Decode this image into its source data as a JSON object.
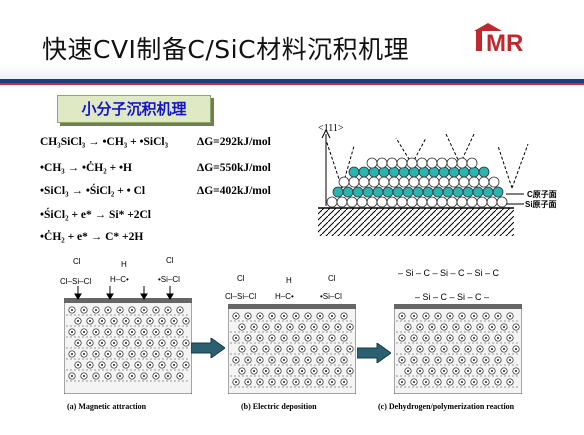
{
  "slide": {
    "title": "快速CVI制备C/SiC材料沉积机理",
    "logo_text": "IMR",
    "subtitle": "小分子沉积机理"
  },
  "equations": [
    {
      "text": "CH₃SiCl₃ → •CH₃ + •SiCl₃",
      "dg": "ΔG=292kJ/mol"
    },
    {
      "text": "•CH₃ → •ĊH₂ + •H",
      "dg": "ΔG=550kJ/mol"
    },
    {
      "text": "•SiCl₃ → •ŚiCl₂ + • Cl",
      "dg": "ΔG=402kJ/mol"
    },
    {
      "text": "•ŚiCl₂ + e* → Si* +2Cl",
      "dg": ""
    },
    {
      "text": "•ĊH₂ + e* → C* +2H",
      "dg": ""
    }
  ],
  "lattice": {
    "direction_label": "<111>",
    "c_face_label": "C原子面",
    "si_face_label": "Si原子面",
    "colors": {
      "teal": "#2bb3b0",
      "white": "#ffffff",
      "stroke": "#333333"
    }
  },
  "panels": [
    {
      "caption": "(a) Magnetic attraction",
      "molecules": [
        "Cl",
        "Cl–Si–Cl",
        "H",
        "H–C•",
        "Cl",
        "•Si–Cl"
      ]
    },
    {
      "caption": "(b) Electric deposition",
      "molecules": [
        "Cl",
        "Cl–Si–Cl",
        "H",
        "H–C•",
        "Cl",
        "•Si–Cl"
      ]
    },
    {
      "caption": "(c) Dehydrogen/polymerization reaction",
      "molecules": [
        "– Si –  C  – Si –  C  – Si –  C",
        "– Si –  C – Si –  C –"
      ]
    }
  ]
}
